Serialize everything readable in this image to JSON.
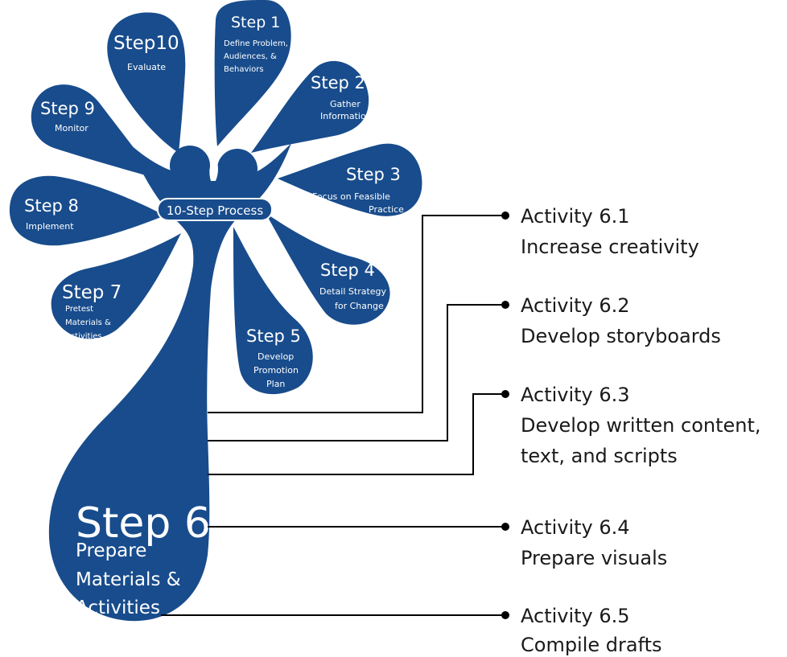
{
  "center_label": "10-Step Process",
  "steps": [
    {
      "title": "Step 1",
      "desc": [
        "Define Problem,",
        "Audiences, &",
        "Behaviors"
      ]
    },
    {
      "title": "Step 2",
      "desc": [
        "Gather",
        "Information"
      ]
    },
    {
      "title": "Step 3",
      "desc": [
        "Focus on Feasible",
        "Practice"
      ]
    },
    {
      "title": "Step 4",
      "desc": [
        "Detail Strategy",
        "for Change"
      ]
    },
    {
      "title": "Step 5",
      "desc": [
        "Develop",
        "Promotion",
        "Plan"
      ]
    },
    {
      "title": "Step 6",
      "desc": [
        "Prepare",
        "Materials &",
        "Activities"
      ]
    },
    {
      "title": "Step 7",
      "desc": [
        "Pretest",
        "Materials &",
        "Activities"
      ]
    },
    {
      "title": "Step 8",
      "desc": [
        "Implement"
      ]
    },
    {
      "title": "Step 9",
      "desc": [
        "Monitor"
      ]
    },
    {
      "title": "Step10",
      "desc": [
        "Evaluate"
      ]
    }
  ],
  "activities": [
    {
      "title": "Activity 6.1",
      "desc": [
        "Increase creativity"
      ]
    },
    {
      "title": "Activity 6.2",
      "desc": [
        "Develop storyboards"
      ]
    },
    {
      "title": "Activity 6.3",
      "desc": [
        "Develop written content,",
        "text, and scripts"
      ]
    },
    {
      "title": "Activity 6.4",
      "desc": [
        "Prepare visuals"
      ]
    },
    {
      "title": "Activity 6.5",
      "desc": [
        "Compile drafts"
      ]
    }
  ],
  "colors": {
    "petal": "#184c8c",
    "text_on_petal": "#ffffff",
    "connector": "#000000"
  }
}
